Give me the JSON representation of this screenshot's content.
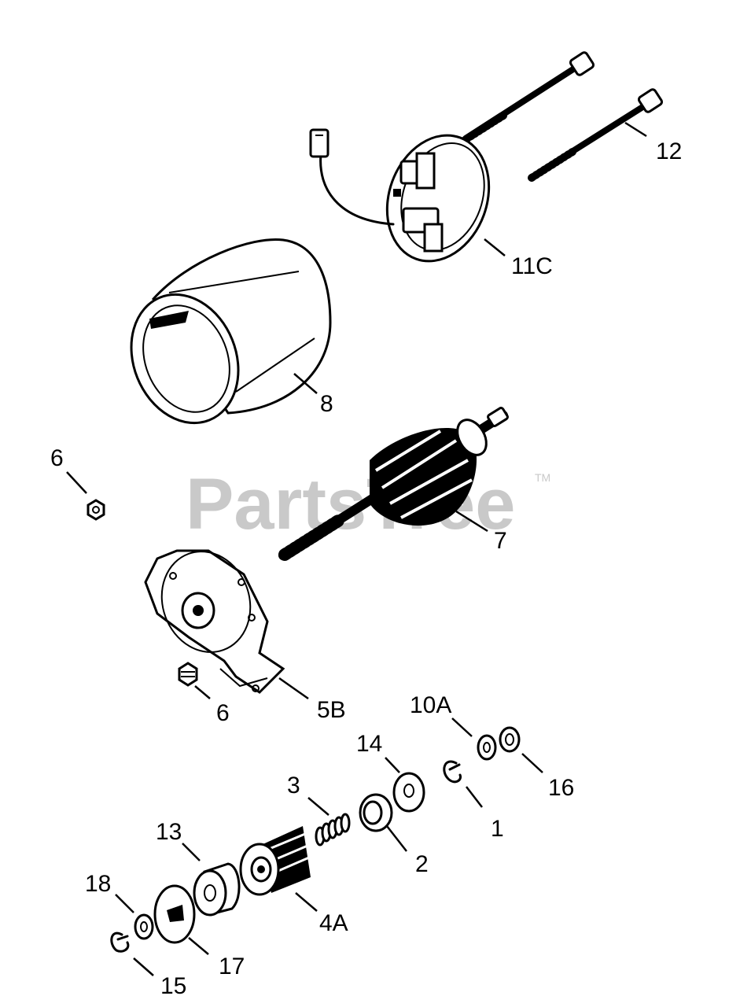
{
  "watermark": {
    "text": "PartsTree",
    "tm": "TM"
  },
  "callouts": [
    {
      "id": "12",
      "label": "12"
    },
    {
      "id": "11C",
      "label": "11C"
    },
    {
      "id": "8",
      "label": "8"
    },
    {
      "id": "6a",
      "label": "6"
    },
    {
      "id": "7",
      "label": "7"
    },
    {
      "id": "6b",
      "label": "6"
    },
    {
      "id": "5B",
      "label": "5B"
    },
    {
      "id": "10A",
      "label": "10A"
    },
    {
      "id": "14",
      "label": "14"
    },
    {
      "id": "16",
      "label": "16"
    },
    {
      "id": "3",
      "label": "3"
    },
    {
      "id": "1",
      "label": "1"
    },
    {
      "id": "13",
      "label": "13"
    },
    {
      "id": "2",
      "label": "2"
    },
    {
      "id": "18",
      "label": "18"
    },
    {
      "id": "4A",
      "label": "4A"
    },
    {
      "id": "17",
      "label": "17"
    },
    {
      "id": "15",
      "label": "15"
    }
  ]
}
